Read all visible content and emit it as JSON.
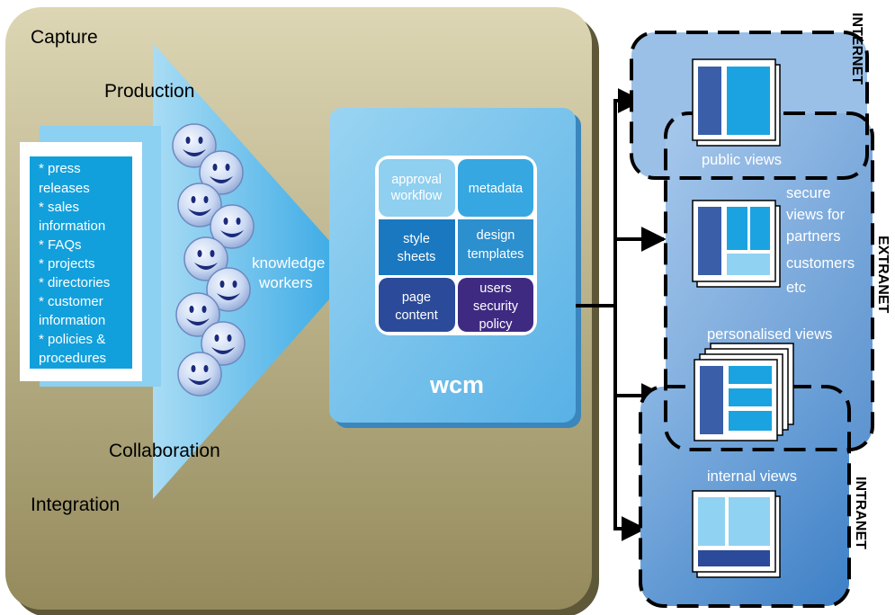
{
  "left_panel": {
    "capture": "Capture",
    "production": "Production",
    "collaboration": "Collaboration",
    "integration": "Integration",
    "knowledge_workers": [
      "knowledge",
      "workers"
    ],
    "content_list": [
      "* press",
      "releases",
      "* sales",
      "information",
      "* FAQs",
      "* projects",
      "* directories",
      "* customer",
      "information",
      "* policies &",
      "procedures"
    ]
  },
  "wcm": {
    "title": "wcm",
    "cells": {
      "approval": [
        "approval",
        "workflow"
      ],
      "metadata": [
        "metadata"
      ],
      "style": [
        "style",
        "sheets"
      ],
      "design": [
        "design",
        "templates"
      ],
      "page": [
        "page",
        "content"
      ],
      "users": [
        "users",
        "security",
        "policy"
      ]
    }
  },
  "zones": {
    "internet": "INTERNET",
    "extranet": "EXTRANET",
    "intranet": "INTRANET"
  },
  "views": {
    "public": "public views",
    "secure": [
      "secure",
      "views for",
      "partners",
      "customers",
      "etc"
    ],
    "personalised": "personalised views",
    "internal": "internal views"
  },
  "colors": {
    "panel_top": "#ddd6b4",
    "panel_bottom": "#948a5c",
    "arrow": "#4db6ea",
    "wcm_box": "#7ec4ec",
    "zone_fill": "#7cabd9",
    "cell_approval": "#8fcfef",
    "cell_metadata": "#36a7e1",
    "cell_style": "#1a78c0",
    "cell_design": "#2c8fce",
    "cell_page": "#2b4a9a",
    "cell_users": "#3f2a82"
  }
}
